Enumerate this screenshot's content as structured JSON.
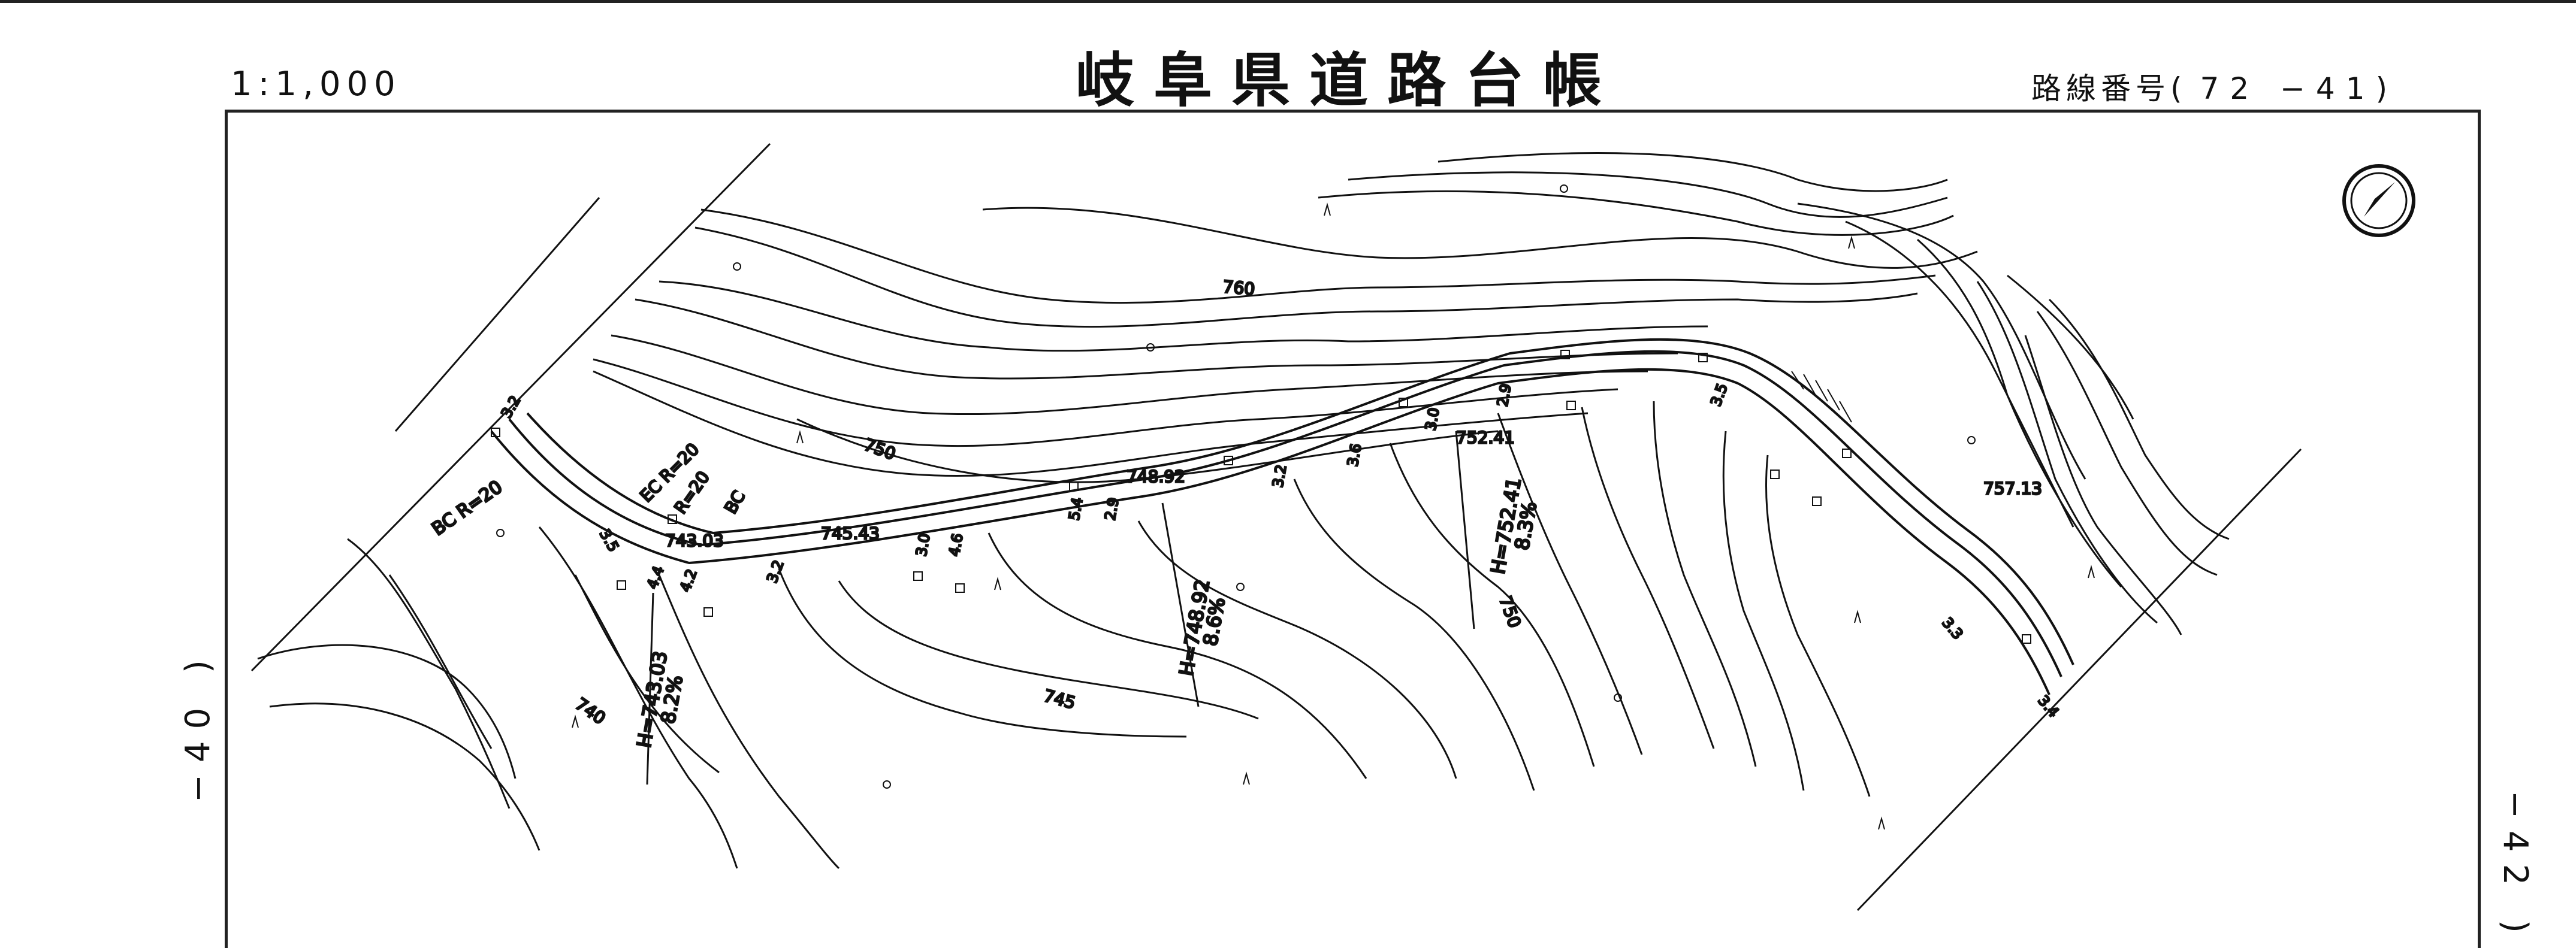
{
  "header": {
    "title": "岐阜県道路台帳",
    "scale": "1:1,000",
    "route_label": "路線番号(",
    "route_number": "72 −41",
    "route_close": ")"
  },
  "sheet_neighbors": {
    "left": "−40 )",
    "right": "−42 )"
  },
  "contour_labels": {
    "c760": "760",
    "c750": "750",
    "c745": "745",
    "c740": "740",
    "c750b": "750"
  },
  "elevations": {
    "e74892": "748.92",
    "e74543": "745.43",
    "e74303": "743.03",
    "e75241": "752.41",
    "e75713": "757.13"
  },
  "grades": {
    "g1_h": "H=743.03",
    "g1_pct": "8.2%",
    "g2_h": "H=748.92",
    "g2_pct": "8.6%",
    "g3_h": "H=752.41",
    "g3_pct": "8.3%"
  },
  "curves": {
    "bc_left": "BC R=20",
    "ec_mid": "EC R=20",
    "ec_mid2": "R=20",
    "bc_mid": "BC"
  },
  "widths": {
    "w1": "3.2",
    "w2": "3.5",
    "w3": "4.4",
    "w4": "4.2",
    "w5": "3.2",
    "w6": "3.0",
    "w7": "4.6",
    "w8": "5.4",
    "w9": "2.9",
    "w10": "3.2",
    "w11": "3.6",
    "w12": "3.0",
    "w13": "2.9",
    "w14": "3.5",
    "w15": "3.3",
    "w16": "3.4"
  },
  "map_symbols": {
    "north_icon": "north-arrow-icon"
  }
}
